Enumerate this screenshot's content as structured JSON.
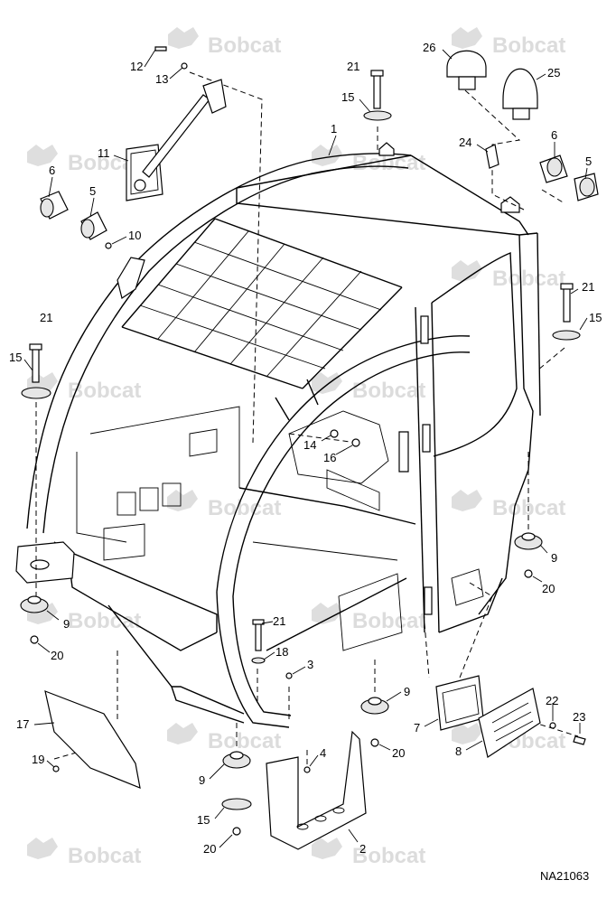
{
  "watermark": {
    "text": "Bobcat"
  },
  "reference": {
    "code": "NA21063"
  },
  "callouts": [
    {
      "id": "c1",
      "label": "1"
    },
    {
      "id": "c2",
      "label": "2"
    },
    {
      "id": "c3",
      "label": "3"
    },
    {
      "id": "c4",
      "label": "4"
    },
    {
      "id": "c5a",
      "label": "5"
    },
    {
      "id": "c5b",
      "label": "5"
    },
    {
      "id": "c6a",
      "label": "6"
    },
    {
      "id": "c6b",
      "label": "6"
    },
    {
      "id": "c7",
      "label": "7"
    },
    {
      "id": "c8",
      "label": "8"
    },
    {
      "id": "c9a",
      "label": "9"
    },
    {
      "id": "c9b",
      "label": "9"
    },
    {
      "id": "c9c",
      "label": "9"
    },
    {
      "id": "c9d",
      "label": "9"
    },
    {
      "id": "c10",
      "label": "10"
    },
    {
      "id": "c11",
      "label": "11"
    },
    {
      "id": "c12",
      "label": "12"
    },
    {
      "id": "c13",
      "label": "13"
    },
    {
      "id": "c14",
      "label": "14"
    },
    {
      "id": "c15a",
      "label": "15"
    },
    {
      "id": "c15b",
      "label": "15"
    },
    {
      "id": "c15c",
      "label": "15"
    },
    {
      "id": "c15d",
      "label": "15"
    },
    {
      "id": "c16",
      "label": "16"
    },
    {
      "id": "c17",
      "label": "17"
    },
    {
      "id": "c18",
      "label": "18"
    },
    {
      "id": "c19",
      "label": "19"
    },
    {
      "id": "c20a",
      "label": "20"
    },
    {
      "id": "c20b",
      "label": "20"
    },
    {
      "id": "c20c",
      "label": "20"
    },
    {
      "id": "c20d",
      "label": "20"
    },
    {
      "id": "c21a",
      "label": "21"
    },
    {
      "id": "c21b",
      "label": "21"
    },
    {
      "id": "c21c",
      "label": "21"
    },
    {
      "id": "c21d",
      "label": "21"
    },
    {
      "id": "c22",
      "label": "22"
    },
    {
      "id": "c23",
      "label": "23"
    },
    {
      "id": "c24",
      "label": "24"
    },
    {
      "id": "c25",
      "label": "25"
    },
    {
      "id": "c26",
      "label": "26"
    }
  ]
}
